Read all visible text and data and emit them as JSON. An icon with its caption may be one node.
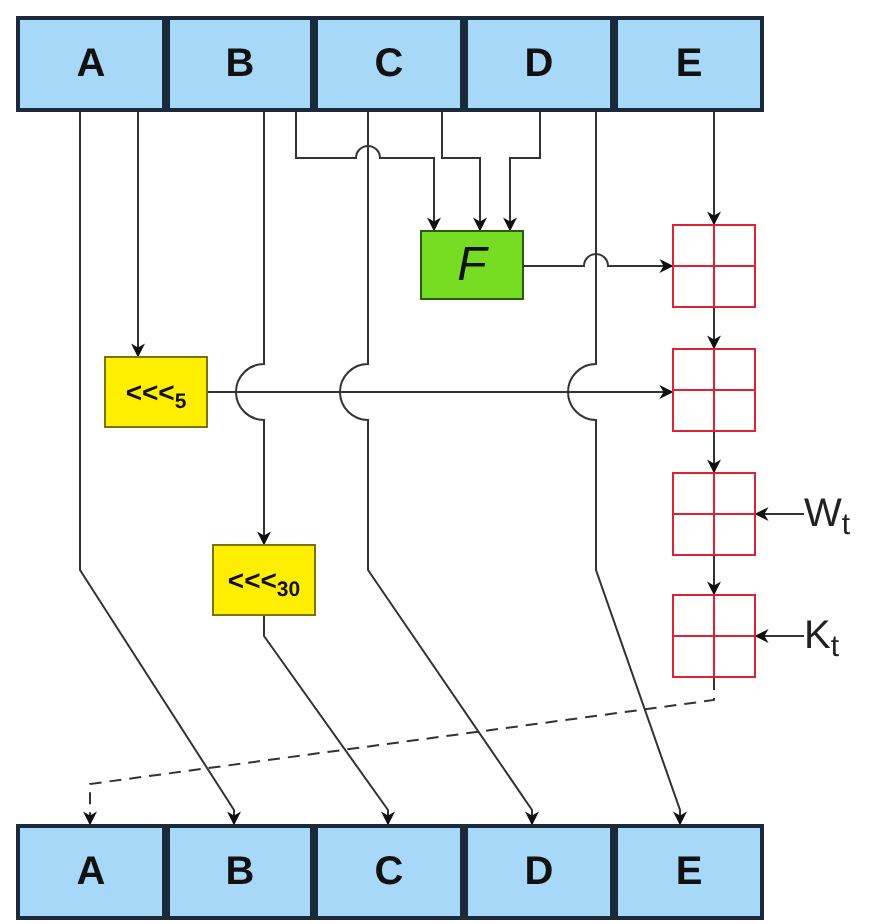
{
  "diagram": {
    "nodes": [
      {
        "text": [
          "A"
        ]
      },
      {
        "text": [
          "B"
        ]
      },
      {
        "text": [
          "C"
        ]
      },
      {
        "text": [
          "D"
        ]
      },
      {
        "text": [
          "E"
        ]
      },
      {
        "text": [
          "F"
        ]
      },
      {
        "text": [],
        "shape": "box"
      },
      {
        "text": [],
        "shape": "box"
      },
      {
        "text": [],
        "shape": "box"
      },
      {
        "text": [],
        "shape": "box"
      },
      {
        "text": [
          "<<<$_{5}$"
        ]
      },
      {
        "text": [
          "<<<$_{30}$"
        ]
      },
      {
        "text": [
          "W$_{t}$"
        ]
      },
      {
        "text": [
          "K$_{t}$"
        ]
      },
      {
        "text": [
          "A"
        ]
      },
      {
        "text": [
          "B"
        ]
      },
      {
        "text": [
          "C"
        ]
      },
      {
        "text": [
          "D"
        ]
      },
      {
        "text": [
          "E"
        ]
      }
    ],
    "edges": [
      {
        "from": 4,
        "to": 6,
        "arrow": "to"
      },
      {
        "from": 1,
        "to": 5,
        "arrow": "to"
      },
      {
        "from": 2,
        "to": 5,
        "arrow": "to"
      },
      {
        "from": 3,
        "to": 5,
        "arrow": "to"
      },
      {
        "from": 5,
        "to": 6,
        "arrow": "to"
      },
      {
        "from": 0,
        "to": 10,
        "arrow": "to"
      },
      {
        "from": 10,
        "to": 7,
        "arrow": "to"
      },
      {
        "from": 6,
        "to": 7,
        "arrow": "to"
      },
      {
        "from": 7,
        "to": 8,
        "arrow": "to"
      },
      {
        "from": 8,
        "to": 9,
        "arrow": "to"
      },
      {
        "from": 12,
        "to": 8,
        "arrow": "to"
      },
      {
        "from": 13,
        "to": 9,
        "arrow": "to"
      },
      {
        "from": 1,
        "to": 11,
        "arrow": "to"
      },
      {
        "from": 0,
        "to": 15,
        "arrow": "to"
      },
      {
        "from": 11,
        "to": 16,
        "arrow": "to"
      },
      {
        "from": 2,
        "to": 17,
        "arrow": "to"
      },
      {
        "from": 3,
        "to": 18,
        "arrow": "to"
      },
      {
        "from": 9,
        "to": 14,
        "arrow": "to",
        "style": "dashed"
      }
    ]
  }
}
